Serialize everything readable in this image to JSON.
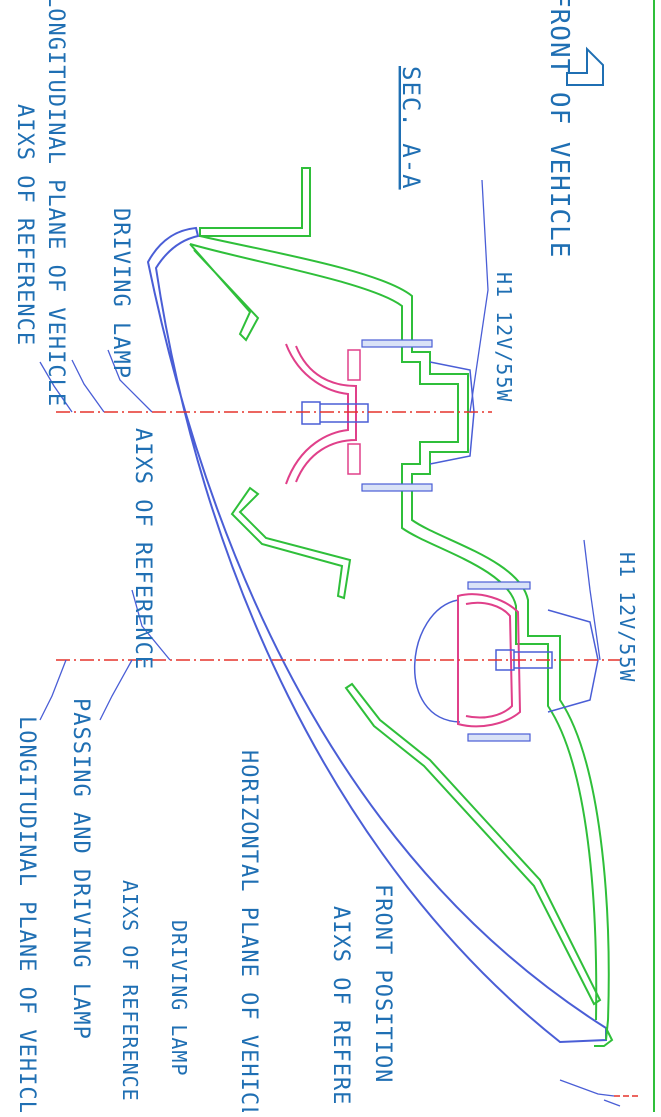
{
  "colors": {
    "text": "#1f6fb3",
    "housing": "#2fbf3a",
    "reflector": "#e0408a",
    "lens": "#4a5ed6",
    "axis": "#e5342c",
    "border": "#2fbf3a"
  },
  "labels": {
    "front_of_vehicle": "FRONT OF VEHICLE",
    "section": "SEC. A-A",
    "longitudinal_left": "LONGITUDINAL PLANE OF VEHICLE",
    "aixs_left": "AIXS OF REFERENCE",
    "driving_lamp_left": "DRIVING LAMP",
    "bulb_1": "H1 12V/55W",
    "bulb_2": "H1 12V/55W",
    "aixs_mid": "AIXS OF REFERENCE",
    "passing_driving": "PASSING AND DRIVING LAMP",
    "longitudinal_bottom": "LONGITUDINAL PLANE OF VEHICLE",
    "horizontal_plane": "HORIZONTAL PLANE OF VEHICL",
    "driving_lamp_right": "DRIVING LAMP",
    "aixs_right": "AIXS OF REFERENCE",
    "front_position": "FRONT POSITION",
    "aixs_right2": "AIXS OF REFERE"
  },
  "icons": {
    "front_arrow": "arrow-left-outline"
  }
}
